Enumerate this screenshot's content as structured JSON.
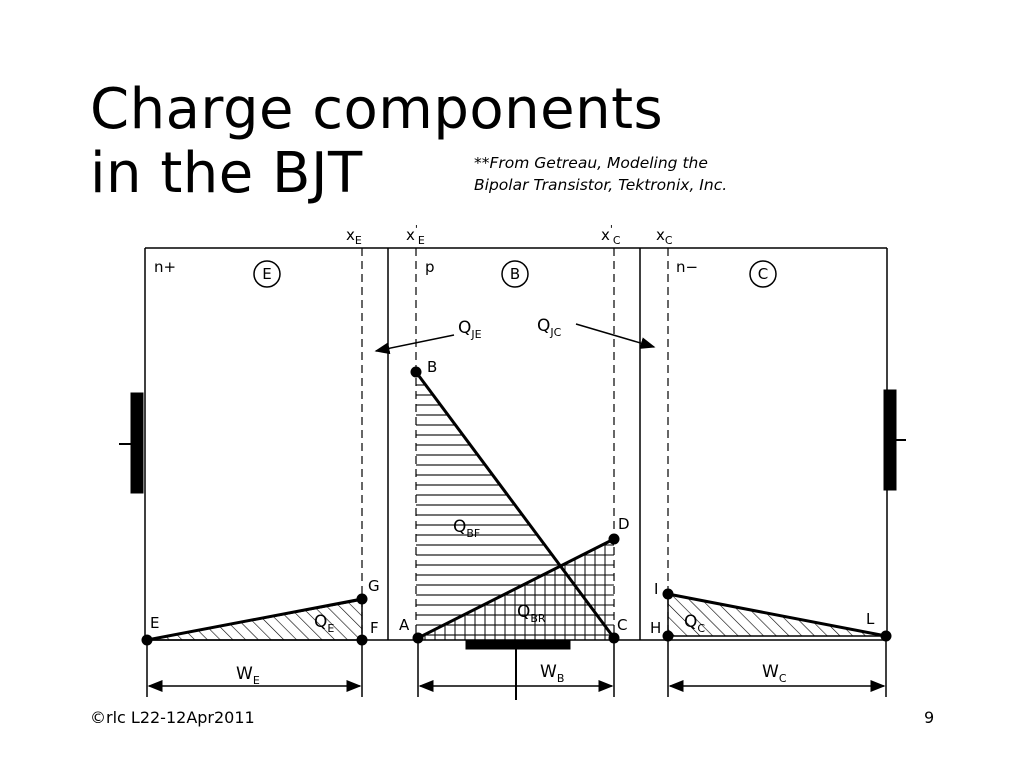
{
  "slide": {
    "title_line1": "Charge components",
    "title_line2": "in the BJT",
    "source_line1": "**From Getreau, Modeling the",
    "source_line2": "Bipolar Transistor, Tektronix, Inc.",
    "footer_left": "©rlc L22-12Apr2011",
    "page_number": "9"
  },
  "diagram": {
    "boundary_labels": {
      "xE": {
        "main": "x",
        "sub": "E"
      },
      "xE_prime": {
        "main": "x",
        "sub": "E",
        "mark": "'"
      },
      "xC_prime": {
        "main": "x",
        "sub": "C",
        "mark": "'"
      },
      "xC": {
        "main": "x",
        "sub": "C"
      }
    },
    "regions": {
      "emitter": {
        "doping": "n+",
        "letter": "E"
      },
      "base": {
        "doping": "p",
        "letter": "B"
      },
      "collector": {
        "doping": "n−",
        "letter": "C"
      }
    },
    "charges": {
      "QJE": {
        "main": "Q",
        "sub": "JE"
      },
      "QJC": {
        "main": "Q",
        "sub": "JC"
      },
      "QBF": {
        "main": "Q",
        "sub": "BF"
      },
      "QBR": {
        "main": "Q",
        "sub": "BR"
      },
      "QE": {
        "main": "Q",
        "sub": "E"
      },
      "QC": {
        "main": "Q",
        "sub": "C"
      }
    },
    "points": {
      "A": "A",
      "B": "B",
      "C": "C",
      "D": "D",
      "E": "E",
      "F": "F",
      "G": "G",
      "H": "H",
      "I": "I",
      "L": "L"
    },
    "widths": {
      "WE": {
        "main": "W",
        "sub": "E"
      },
      "WB": {
        "main": "W",
        "sub": "B"
      },
      "WC": {
        "main": "W",
        "sub": "C"
      }
    }
  }
}
